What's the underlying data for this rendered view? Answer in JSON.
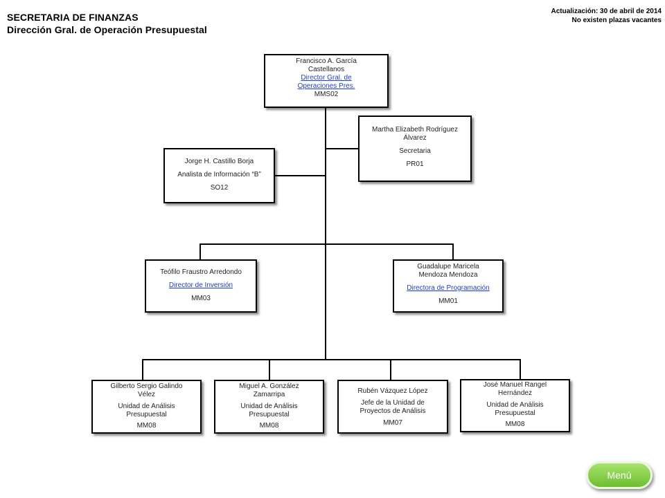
{
  "header": {
    "title": "SECRETARIA DE FINANZAS",
    "subtitle": "Dirección Gral. de Operación Presupuestal",
    "update": "Actualización: 30 de abril de 2014",
    "vacancies": "No existen plazas vacantes"
  },
  "director": {
    "name1": "Francisco A. García",
    "name2": "Castellanos",
    "role1": "Director Gral. de",
    "role2": "Operaciones Pres.",
    "code": "MMS02"
  },
  "secretary": {
    "name1": "Martha Elizabeth Rodríguez",
    "name2": "Álvarez",
    "role": "Secretaria",
    "code": "PR01"
  },
  "analyst": {
    "name": "Jorge H. Castillo Borja",
    "role": "Analista de Información “B”",
    "code": "SO12"
  },
  "investment": {
    "name": "Teófilo Fraustro Arredondo",
    "role": "Director de Inversión",
    "code": "MM03"
  },
  "programming": {
    "name1": "Guadalupe Maricela",
    "name2": "Mendoza Mendoza",
    "role": "Directora de Programación",
    "code": "MM01"
  },
  "units": [
    {
      "name1": "Gilberto Sergio Galindo",
      "name2": "Vélez",
      "role1": "Unidad de Análisis",
      "role2": "Presupuestal",
      "code": "MM08"
    },
    {
      "name1": "Miguel A. González",
      "name2": "Zamarripa",
      "role1": "Unidad de Análisis",
      "role2": "Presupuestal",
      "code": "MM08"
    },
    {
      "name1": "Rubén Vázquez López",
      "name2": "",
      "role1": "Jefe de la Unidad de",
      "role2": "Proyectos de Análisis",
      "code": "MM07"
    },
    {
      "name1": "José Manuel Rangel",
      "name2": "Hernández",
      "role1": "Unidad de Análisis",
      "role2": "Presupuestal",
      "code": "MM08"
    }
  ],
  "menu": {
    "label": "Menú"
  },
  "colors": {
    "link": "#1f3fbf",
    "menu_button": "#8ed24f"
  }
}
